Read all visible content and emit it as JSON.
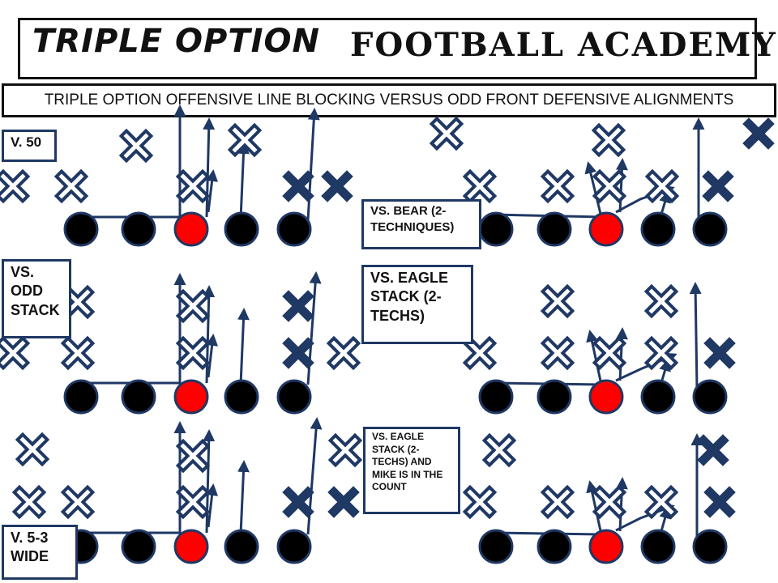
{
  "header": {
    "logo_text": "TRIPLE OPTION",
    "academy_text": "FOOTBALL ACADEMY"
  },
  "subtitle": "TRIPLE OPTION OFFENSIVE LINE BLOCKING VERSUS ODD FRONT DEFENSIVE ALIGNMENTS",
  "labels": {
    "v50": "V. 50",
    "odd_stack": "VS. ODD STACK",
    "v53_wide": "V. 5-3 WIDE",
    "bear": "VS. BEAR (2-TECHNIQUES)",
    "eagle_stack": "VS. EAGLE STACK (2-TECHS)",
    "eagle_mike": "VS. EAGLE STACK (2-TECHS) AND MIKE IS IN THE COUNT"
  },
  "colors": {
    "lineman": "#000000",
    "center": "#ff0000",
    "defender": "#1f3864",
    "route": "#1f3864"
  },
  "legend_symbols": {
    "offensive_lineman": "black-circle",
    "center": "red-circle",
    "defender_outline": "outlined-x",
    "defender_solid": "solid-x"
  }
}
